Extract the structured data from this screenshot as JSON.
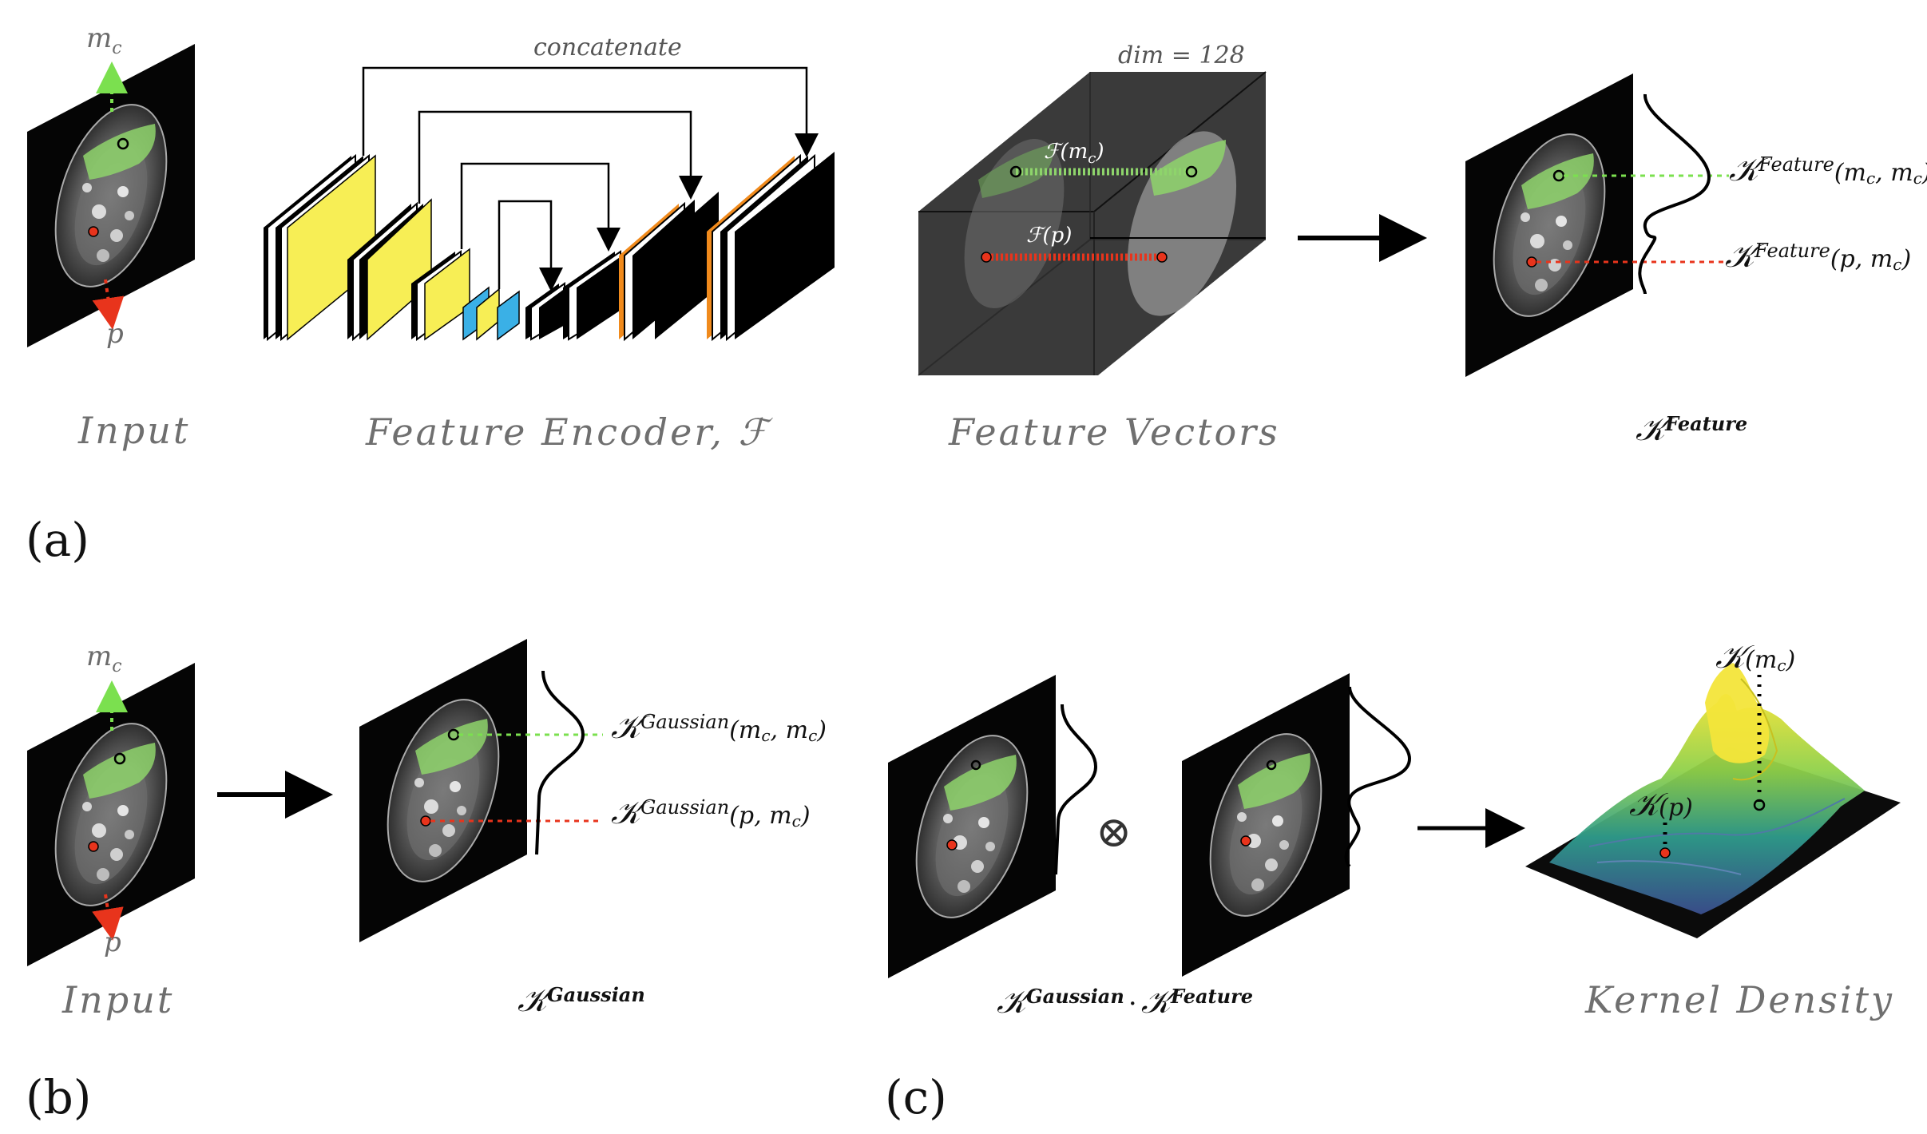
{
  "panels": {
    "a": "(a)",
    "b": "(b)",
    "c": "(c)"
  },
  "row_a": {
    "input_label": "Input",
    "encoder_label": "Feature Encoder, ℱ",
    "concat_label": "concatenate",
    "vectors_label": "Feature Vectors",
    "dim_label": "dim = 128",
    "feat_mc": "ℱ(m",
    "feat_mc_sub": "c",
    "feat_mc_close": ")",
    "feat_p": "ℱ(p)",
    "kernel_feature_label_K": "𝒦",
    "kernel_feature_label_sup": "Feature",
    "kf_mc_sup": "Feature",
    "kf_mc_args": "(m",
    "kf_mc_sub": "c",
    "kf_mc_args2": ", m",
    "kf_mc_sub2": "c",
    "kf_mc_close": ")",
    "kf_p_sup": "Feature",
    "kf_p_args": "(p, m",
    "kf_p_sub": "c",
    "kf_p_close": ")",
    "point_mc": "m",
    "point_mc_sub": "c",
    "point_p": "p"
  },
  "row_b": {
    "input_label": "Input",
    "kernel_gaussian_sup": "Gaussian",
    "kg_mc_sup": "Gaussian",
    "kg_mc_args": "(m",
    "kg_mc_sub": "c",
    "kg_mc_args2": ", m",
    "kg_mc_sub2": "c",
    "kg_mc_close": ")",
    "kg_p_sup": "Gaussian",
    "kg_p_args": "(p, m",
    "kg_p_sub": "c",
    "kg_p_close": ")",
    "point_mc": "m",
    "point_mc_sub": "c",
    "point_p": "p"
  },
  "row_c": {
    "product_sup1": "Gaussian",
    "product_dot": "·",
    "product_sup2": "Feature",
    "otimes": "⊗",
    "kde_label": "Kernel Density",
    "k_mc": "(m",
    "k_mc_sub": "c",
    "k_mc_close": ")",
    "k_p": "(p)"
  },
  "colors": {
    "encoder_yellow": "#f7ee55",
    "encoder_blue": "#3ab0e6",
    "encoder_orange": "#f08a1c",
    "mask_green": "#8ed46b",
    "arrow_green": "#7be04f",
    "arrow_red": "#e8341c",
    "label_grey": "#6f6f6f"
  },
  "icons": {
    "scan": "ct-scan-slice",
    "arrow": "right-arrow",
    "otimes": "tensor-product-symbol"
  }
}
